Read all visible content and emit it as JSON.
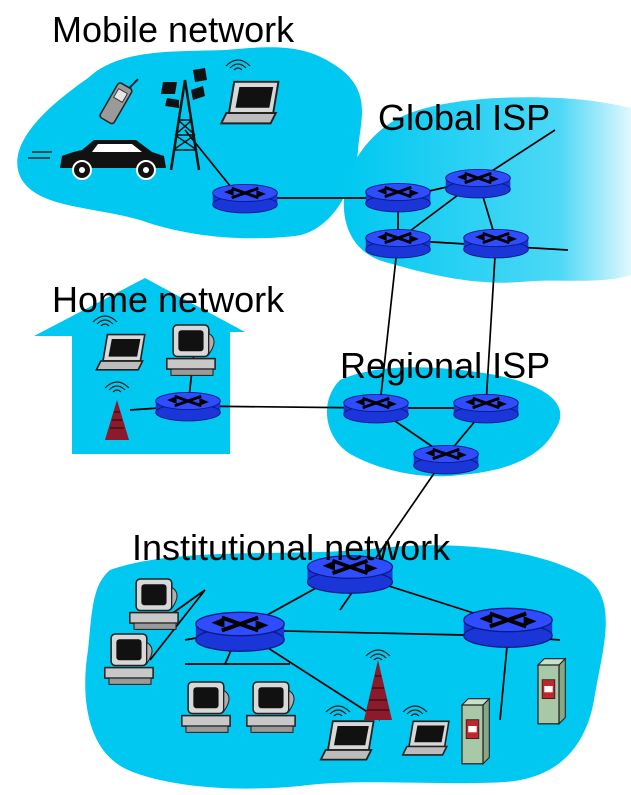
{
  "labels": {
    "mobile_network": "Mobile network",
    "global_isp": "Global ISP",
    "home_network": "Home network",
    "regional_isp": "Regional ISP",
    "institutional_network": "Institutional network"
  },
  "colors": {
    "region_fill": "#00c8f0",
    "router_body": "#1a36d8",
    "router_top": "#2f4cff",
    "router_mark": "#000000",
    "link": "#000000",
    "tower": "#8b1a2a",
    "server_body": "#a8c8a8",
    "server_panel": "#c0262c"
  },
  "icons": [
    "router-icon",
    "phone-icon",
    "car-icon",
    "cell-tower-icon",
    "laptop-icon",
    "desktop-icon",
    "wireless-ap-icon",
    "server-icon"
  ]
}
